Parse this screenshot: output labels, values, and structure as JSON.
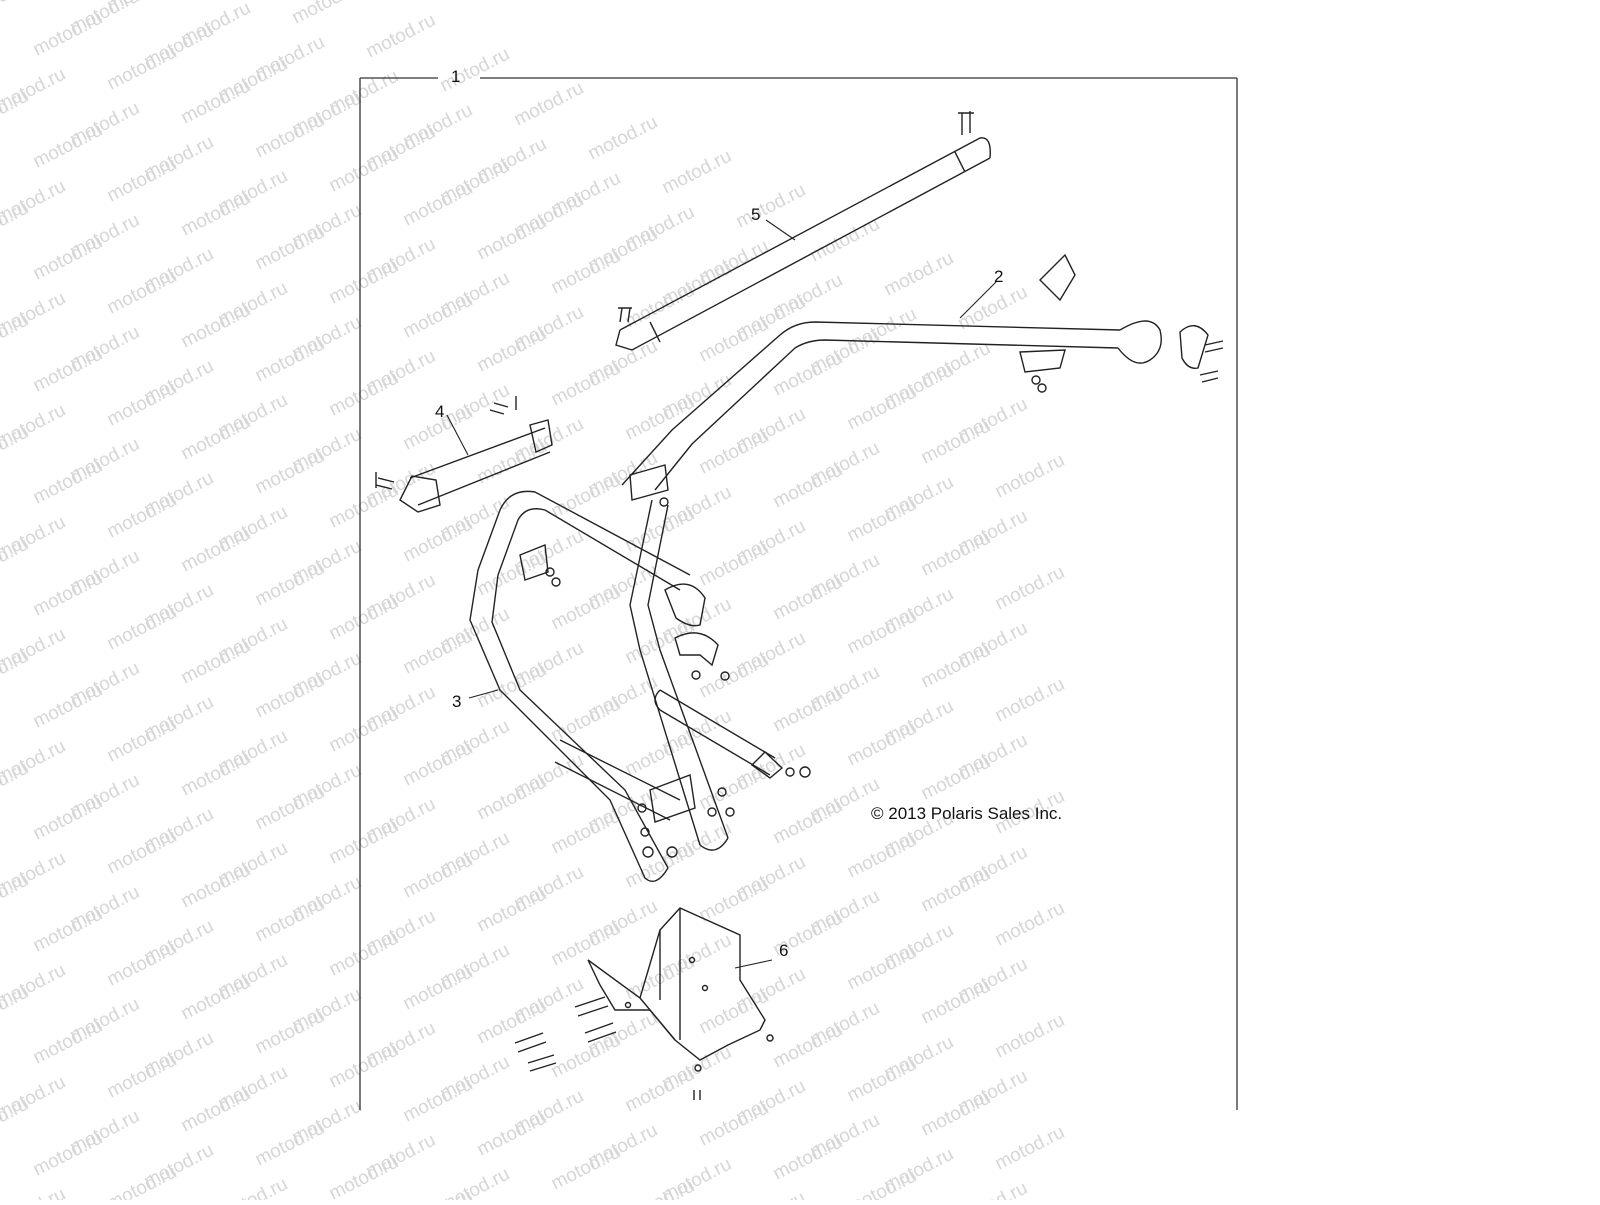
{
  "watermark": {
    "text": "motod.ru",
    "color": "#d6d6d6"
  },
  "copyright": "© 2013 Polaris Sales Inc.",
  "callouts": {
    "c1": "1",
    "c2": "2",
    "c3": "3",
    "c4": "4",
    "c5": "5",
    "c6": "6"
  },
  "colors": {
    "line": "#222222",
    "frame": "#333333",
    "background": "#ffffff"
  }
}
